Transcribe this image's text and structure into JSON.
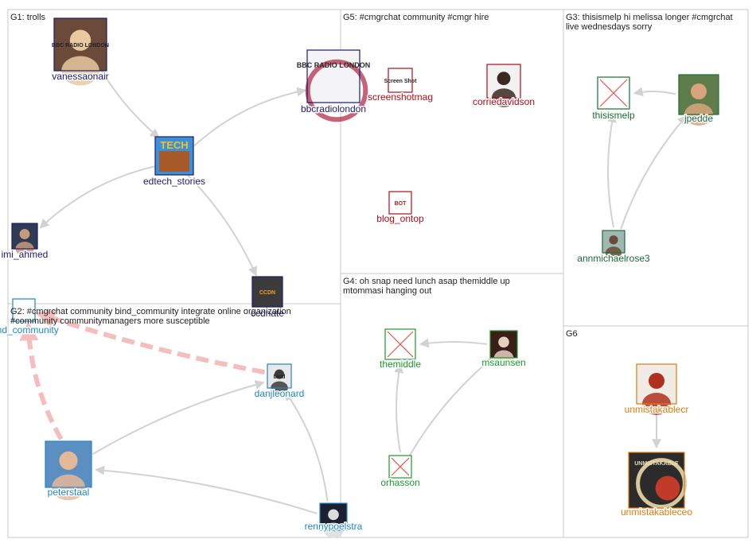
{
  "colors": {
    "G1": "#1b1b6b",
    "G2": "#1f86c9",
    "G3": "#1b6b35",
    "G4": "#1a9a2a",
    "G5": "#b00c1c",
    "G6": "#e07a10"
  },
  "groups": [
    {
      "id": "G1",
      "title": "G1: trolls"
    },
    {
      "id": "G2",
      "title": "G2: #cmgrchat community bind_community integrate online organization #community communitymanagers more susceptible"
    },
    {
      "id": "G3",
      "title": "G3: thisismelp hi melissa longer #cmgrchat live wednesdays sorry"
    },
    {
      "id": "G4",
      "title": "G4: oh snap need lunch asap themiddle up mtommasi hanging out"
    },
    {
      "id": "G5",
      "title": "G5: #cmgrchat community #cmgr hire"
    },
    {
      "id": "G6",
      "title": "G6"
    }
  ],
  "nodes": [
    {
      "id": "vanessaonair",
      "label": "vanessaonair",
      "group": "G1",
      "icon": "person-photo-icon",
      "avatar_text": "BBC RADIO LONDON"
    },
    {
      "id": "bbcradiolondon",
      "label": "bbcradiolondon",
      "group": "G1",
      "icon": "bbc-radio-logo-icon",
      "avatar_text": "BBC RADIO LONDON"
    },
    {
      "id": "edtech_stories",
      "label": "edtech_stories",
      "group": "G1",
      "icon": "tech-logo-icon",
      "avatar_text": "TECH"
    },
    {
      "id": "imi_ahmed",
      "label": "imi_ahmed",
      "group": "G1",
      "icon": "person-photo-icon",
      "avatar_text": ""
    },
    {
      "id": "ccdnate",
      "label": "ccdnate",
      "group": "G1",
      "icon": "ccdn-logo-icon",
      "avatar_text": "CCDN"
    },
    {
      "id": "bind_community",
      "label": "bind_community",
      "group": "G2",
      "icon": "blank-avatar-icon",
      "avatar_text": ""
    },
    {
      "id": "danjleonard",
      "label": "danjleonard",
      "group": "G2",
      "icon": "person-photo-icon",
      "avatar_text": "bind"
    },
    {
      "id": "peterstaal",
      "label": "peterstaal",
      "group": "G2",
      "icon": "person-photo-icon",
      "avatar_text": ""
    },
    {
      "id": "rennypoelstra",
      "label": "rennypoelstra",
      "group": "G2",
      "icon": "person-photo-icon",
      "avatar_text": ""
    },
    {
      "id": "screenshotmag",
      "label": "screenshotmag",
      "group": "G5",
      "icon": "screenshot-logo-icon",
      "avatar_text": "Screen Shot"
    },
    {
      "id": "corriedavidson",
      "label": "corriedavidson",
      "group": "G5",
      "icon": "person-photo-icon",
      "avatar_text": ""
    },
    {
      "id": "blog_ontop",
      "label": "blog_ontop",
      "group": "G5",
      "icon": "bot-logo-icon",
      "avatar_text": "BOT"
    },
    {
      "id": "thisismelp",
      "label": "thisismelp",
      "group": "G3",
      "icon": "broken-image-icon",
      "avatar_text": ""
    },
    {
      "id": "jpedde",
      "label": "jpedde",
      "group": "G3",
      "icon": "person-photo-icon",
      "avatar_text": ""
    },
    {
      "id": "annmichaelrose3",
      "label": "annmichaelrose3",
      "group": "G3",
      "icon": "person-photo-icon",
      "avatar_text": ""
    },
    {
      "id": "themiddle",
      "label": "themiddle",
      "group": "G4",
      "icon": "broken-image-icon",
      "avatar_text": ""
    },
    {
      "id": "msaunsen",
      "label": "msaunsen",
      "group": "G4",
      "icon": "person-photo-icon",
      "avatar_text": ""
    },
    {
      "id": "orhasson",
      "label": "orhasson",
      "group": "G4",
      "icon": "broken-image-icon",
      "avatar_text": ""
    },
    {
      "id": "unmistakablecr",
      "label": "unmistakablecr",
      "group": "G6",
      "icon": "person-photo-icon",
      "avatar_text": ""
    },
    {
      "id": "unmistakableceo",
      "label": "unmistakableceo",
      "group": "G6",
      "icon": "unmistakable-logo-icon",
      "avatar_text": "UNMISTAKABLE"
    }
  ],
  "edges": [
    {
      "from": "vanessaonair",
      "to": "edtech_stories",
      "kind": "normal"
    },
    {
      "from": "edtech_stories",
      "to": "bbcradiolondon",
      "kind": "normal"
    },
    {
      "from": "edtech_stories",
      "to": "imi_ahmed",
      "kind": "normal"
    },
    {
      "from": "edtech_stories",
      "to": "ccdnate",
      "kind": "normal"
    },
    {
      "from": "danjleonard",
      "to": "bind_community",
      "kind": "strong"
    },
    {
      "from": "peterstaal",
      "to": "bind_community",
      "kind": "strong"
    },
    {
      "from": "peterstaal",
      "to": "danjleonard",
      "kind": "normal"
    },
    {
      "from": "rennypoelstra",
      "to": "peterstaal",
      "kind": "normal"
    },
    {
      "from": "rennypoelstra",
      "to": "danjleonard",
      "kind": "normal"
    },
    {
      "from": "jpedde",
      "to": "thisismelp",
      "kind": "normal"
    },
    {
      "from": "annmichaelrose3",
      "to": "thisismelp",
      "kind": "normal"
    },
    {
      "from": "annmichaelrose3",
      "to": "jpedde",
      "kind": "normal"
    },
    {
      "from": "msaunsen",
      "to": "themiddle",
      "kind": "normal"
    },
    {
      "from": "orhasson",
      "to": "themiddle",
      "kind": "normal"
    },
    {
      "from": "orhasson",
      "to": "msaunsen",
      "kind": "normal"
    },
    {
      "from": "unmistakablecr",
      "to": "unmistakableceo",
      "kind": "normal"
    }
  ]
}
